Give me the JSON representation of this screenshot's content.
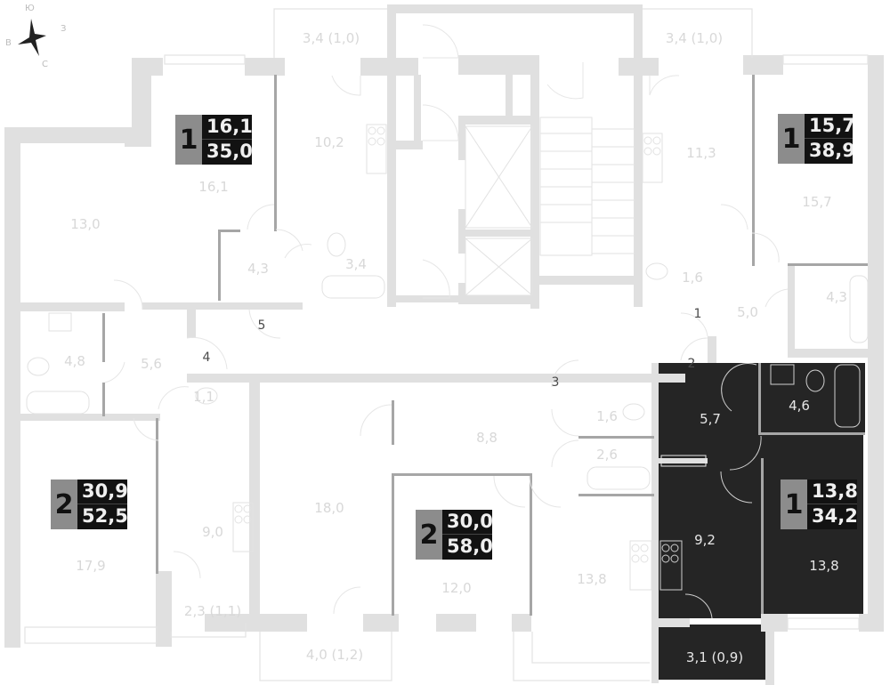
{
  "compass": {
    "north": "С",
    "south": "Ю",
    "east": "В",
    "west": "З"
  },
  "highlight_color": "#252525",
  "apartments": [
    {
      "id": "apt-top-left",
      "rooms": "1",
      "living_area": "16,1",
      "total_area": "35,0",
      "highlighted": false
    },
    {
      "id": "apt-top-right",
      "rooms": "1",
      "living_area": "15,7",
      "total_area": "38,9",
      "highlighted": false
    },
    {
      "id": "apt-left",
      "rooms": "2",
      "living_area": "30,9",
      "total_area": "52,5",
      "highlighted": false
    },
    {
      "id": "apt-center",
      "rooms": "2",
      "living_area": "30,0",
      "total_area": "58,0",
      "highlighted": false
    },
    {
      "id": "apt-bottom-right",
      "rooms": "1",
      "living_area": "13,8",
      "total_area": "34,2",
      "highlighted": true
    }
  ],
  "rooms": [
    {
      "label": "3,4 (1,0)"
    },
    {
      "label": "3,4 (1,0)"
    },
    {
      "label": "10,2"
    },
    {
      "label": "16,1"
    },
    {
      "label": "11,3"
    },
    {
      "label": "15,7"
    },
    {
      "label": "13,0"
    },
    {
      "label": "4,3"
    },
    {
      "label": "3,4"
    },
    {
      "label": "1,6"
    },
    {
      "label": "4,3"
    },
    {
      "label": "5,0"
    },
    {
      "label": "4,8"
    },
    {
      "label": "5,6"
    },
    {
      "label": "1,1"
    },
    {
      "label": "8,8"
    },
    {
      "label": "1,6"
    },
    {
      "label": "2,6"
    },
    {
      "label": "18,0"
    },
    {
      "label": "9,0"
    },
    {
      "label": "17,9"
    },
    {
      "label": "12,0"
    },
    {
      "label": "13,8"
    },
    {
      "label": "2,3 (1,1)"
    },
    {
      "label": "4,0 (1,2)"
    },
    {
      "label": "5,7"
    },
    {
      "label": "4,6"
    },
    {
      "label": "9,2"
    },
    {
      "label": "13,8"
    },
    {
      "label": "3,1 (0,9)"
    }
  ],
  "entrances": [
    {
      "label": "1"
    },
    {
      "label": "2"
    },
    {
      "label": "3"
    },
    {
      "label": "4"
    },
    {
      "label": "5"
    }
  ]
}
